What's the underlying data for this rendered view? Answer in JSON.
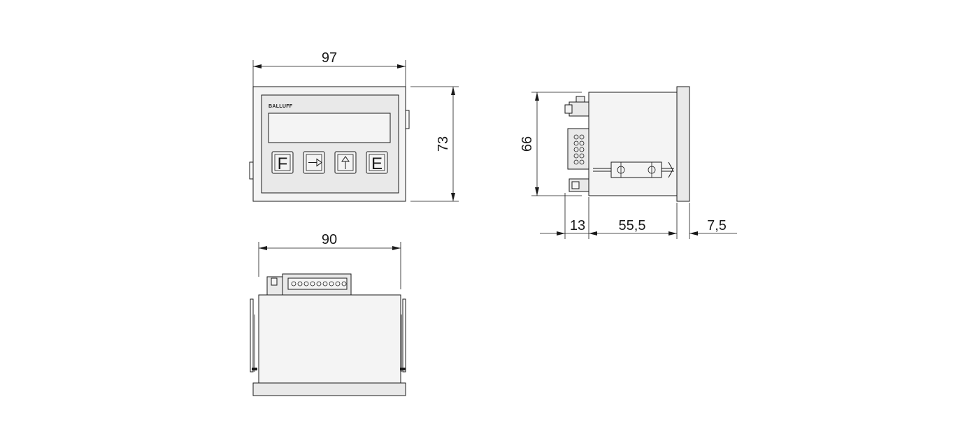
{
  "dimensions": {
    "front_width": "97",
    "front_height": "73",
    "top_width": "90",
    "side_height": "66",
    "side_terminal_depth": "13",
    "side_body_depth": "55,5",
    "side_bezel_depth": "7,5"
  },
  "front_panel": {
    "logo": "BALLUFF",
    "keys": [
      {
        "label": "F",
        "icon": "letter"
      },
      {
        "label": "",
        "icon": "arrow-right-icon"
      },
      {
        "label": "",
        "icon": "arrow-up-icon"
      },
      {
        "label": "E",
        "icon": "letter"
      }
    ]
  }
}
